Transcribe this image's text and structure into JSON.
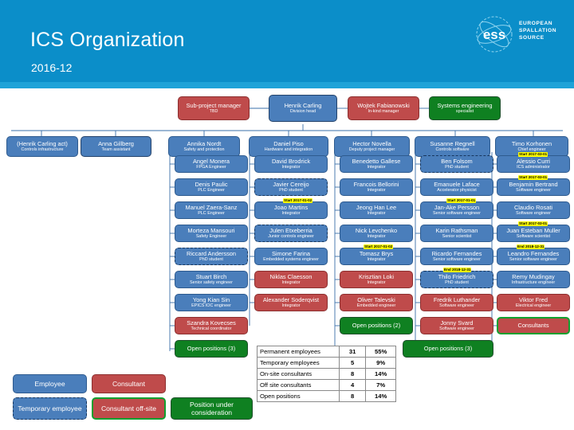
{
  "header": {
    "title": "ICS Organization",
    "subtitle": "2016-12",
    "logo_name": "ess-logo",
    "logo_text_line1": "EUROPEAN",
    "logo_text_line2": "SPALLATION",
    "logo_text_line3": "SOURCE",
    "background_color": "#0b8ec9"
  },
  "colors": {
    "employee": "#4a7ebb",
    "consultant": "#bf4b4b",
    "green": "#0f8021",
    "badge": "#ffff00",
    "header": "#0b8ec9"
  },
  "chart_data": {
    "type": "table",
    "title": "ICS Organization 2016-12",
    "levels": [
      {
        "name": "top-row",
        "nodes": [
          {
            "name": "Sub-project manager",
            "role": "TBD",
            "type": "consultant"
          },
          {
            "name": "Henrik Carling",
            "role": "Division head",
            "type": "head"
          },
          {
            "name": "Wojtek Fabianowski",
            "role": "In-kind manager",
            "type": "consultant"
          },
          {
            "name": "Systems engineering",
            "role": "specialist",
            "type": "green"
          }
        ]
      },
      {
        "name": "managers-row",
        "nodes": [
          {
            "name": "(Henrik Carling act)",
            "role": "Controls infrastructure",
            "type": "employee"
          },
          {
            "name": "Anna Gillberg",
            "role": "Team assistant",
            "type": "head"
          },
          {
            "name": "Annika Nordt",
            "role": "Safety and protection",
            "type": "employee"
          },
          {
            "name": "Daniel Piso",
            "role": "Hardware and integration",
            "type": "employee"
          },
          {
            "name": "Hector Novella",
            "role": "Deputy project manager",
            "type": "employee"
          },
          {
            "name": "Susanne Regnell",
            "role": "Controls software",
            "type": "employee"
          },
          {
            "name": "Timo Korhonen",
            "role": "Chief engineer",
            "type": "employee"
          }
        ]
      }
    ],
    "columns": [
      {
        "manager": "Annika Nordt",
        "members": [
          {
            "name": "Angel Monera",
            "role": "FPGA Engineer",
            "type": "employee"
          },
          {
            "name": "Denis Paulic",
            "role": "PLC Engineer",
            "type": "employee"
          },
          {
            "name": "Manuel Zaera-Sanz",
            "role": "PLC Engineer",
            "type": "employee"
          },
          {
            "name": "Morteza Mansouri",
            "role": "Safety Engineer",
            "type": "employee"
          },
          {
            "name": "Riccard Andersson",
            "role": "PhD student",
            "type": "temp"
          },
          {
            "name": "Stuart Birch",
            "role": "Senior safety engineer",
            "type": "employee"
          },
          {
            "name": "Yong Kian Sin",
            "role": "EPICS IOC engineer",
            "type": "employee"
          },
          {
            "name": "Szandra Kovecses",
            "role": "Technical coordinator",
            "type": "consultant"
          },
          {
            "name": "Open positions (3)",
            "role": "",
            "type": "openpos"
          }
        ]
      },
      {
        "manager": "Daniel Piso",
        "members": [
          {
            "name": "David Brodrick",
            "role": "Integrator",
            "type": "employee"
          },
          {
            "name": "Javier Cereijo",
            "role": "PhD student",
            "type": "temp"
          },
          {
            "name": "Joao Martins",
            "role": "Integrator",
            "type": "employee",
            "badge": "Start 2017-01-02"
          },
          {
            "name": "Julen Etxeberria",
            "role": "Junior controls engineer",
            "type": "temp"
          },
          {
            "name": "Simone Farina",
            "role": "Embedded systems engineer",
            "type": "employee"
          },
          {
            "name": "Niklas Claesson",
            "role": "Integrator",
            "type": "consultant"
          },
          {
            "name": "Alexander Soderqvist",
            "role": "Integrator",
            "type": "consultant"
          }
        ]
      },
      {
        "manager": "Hector Novella",
        "members": [
          {
            "name": "Benedetto Gallese",
            "role": "Integrator",
            "type": "employee"
          },
          {
            "name": "Francois Bellorini",
            "role": "Integrator",
            "type": "employee"
          },
          {
            "name": "Jeong Han Lee",
            "role": "Integrator",
            "type": "employee"
          },
          {
            "name": "Nick Levchenko",
            "role": "Integrator",
            "type": "employee"
          },
          {
            "name": "Tomasz Brys",
            "role": "Integrator",
            "type": "employee",
            "badge": "Start 2017-01-02"
          },
          {
            "name": "Krisztian Loki",
            "role": "Integrator",
            "type": "consultant"
          },
          {
            "name": "Oliver Talevski",
            "role": "Embedded engineer",
            "type": "consultant"
          },
          {
            "name": "Open positions (2)",
            "role": "",
            "type": "openpos"
          }
        ]
      },
      {
        "manager": "Susanne Regnell",
        "members": [
          {
            "name": "Ben Folsom",
            "role": "PhD student",
            "type": "temp"
          },
          {
            "name": "Emanuele Laface",
            "role": "Accelerator physicist",
            "type": "employee"
          },
          {
            "name": "Jan-Ake Persson",
            "role": "Senior software engineer",
            "type": "employee",
            "badge": "Start 2017-01-01"
          },
          {
            "name": "Karin Rathsman",
            "role": "Senior scientist",
            "type": "employee"
          },
          {
            "name": "Ricardo Fernandes",
            "role": "Senior software engineer",
            "type": "employee"
          },
          {
            "name": "Thilo Friedrich",
            "role": "PhD student",
            "type": "temp",
            "badge": "End 2018-12-31"
          },
          {
            "name": "Fredrik Luthander",
            "role": "Software engineer",
            "type": "consultant"
          },
          {
            "name": "Jonny Svard",
            "role": "Software engineer",
            "type": "consultant"
          },
          {
            "name": "Open positions (3)",
            "role": "",
            "type": "openpos"
          }
        ]
      },
      {
        "manager": "Timo Korhonen",
        "members": [
          {
            "name": "Alessio Curri",
            "role": "ICS administrator",
            "type": "employee",
            "badge": "Start 2017-03-01"
          },
          {
            "name": "Benjamin Bertrand",
            "role": "Software engineer",
            "type": "employee",
            "badge": "Start 2017-03-01"
          },
          {
            "name": "Claudio Rosati",
            "role": "Software engineer",
            "type": "employee"
          },
          {
            "name": "Juan Esteban Muller",
            "role": "Software scientist",
            "type": "employee",
            "badge": "Start 2017-03-01"
          },
          {
            "name": "Leandro Fernandes",
            "role": "Senior software engineer",
            "type": "employee",
            "badge": "End 2018-12-31"
          },
          {
            "name": "Remy Mudingay",
            "role": "Infrastructure engineer",
            "type": "employee"
          },
          {
            "name": "Viktor Fred",
            "role": "Electrical engineer",
            "type": "consultant"
          },
          {
            "name": "Consultants",
            "role": "",
            "type": "offsite"
          }
        ]
      }
    ]
  },
  "stats": {
    "rows": [
      {
        "label": "Permanent employees",
        "count": "31",
        "percent": "55%"
      },
      {
        "label": "Temporary employees",
        "count": "5",
        "percent": "9%"
      },
      {
        "label": "On-site consultants",
        "count": "8",
        "percent": "14%"
      },
      {
        "label": "Off site consultants",
        "count": "4",
        "percent": "7%"
      },
      {
        "label": "Open positions",
        "count": "8",
        "percent": "14%"
      }
    ]
  },
  "legend": {
    "items": [
      {
        "label": "Employee",
        "type": "employee"
      },
      {
        "label": "Consultant",
        "type": "consultant"
      },
      {
        "label": "Temporary employee",
        "type": "temp"
      },
      {
        "label": "Consultant off-site",
        "type": "offsite"
      },
      {
        "label": "Position under consideration",
        "type": "green"
      }
    ]
  }
}
